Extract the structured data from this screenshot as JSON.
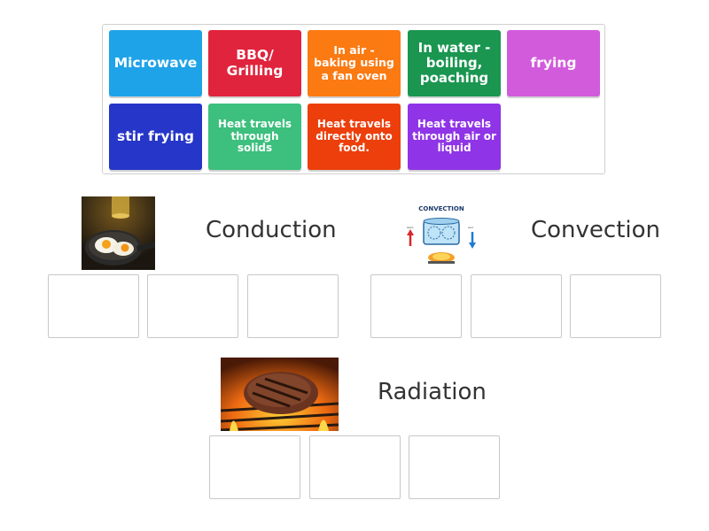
{
  "tiles": [
    {
      "label": "Microwave",
      "color": "#1fa3e8"
    },
    {
      "label": "BBQ/ Grilling",
      "color": "#e0243d"
    },
    {
      "label": "In air - baking using a fan oven",
      "color": "#fb7a12"
    },
    {
      "label": "In water - boiling, poaching",
      "color": "#1a9650"
    },
    {
      "label": "frying",
      "color": "#d25bdc"
    },
    {
      "label": "stir frying",
      "color": "#2536c8"
    },
    {
      "label": "Heat travels through solids",
      "color": "#3dbf7d"
    },
    {
      "label": "Heat travels directly onto food.",
      "color": "#ec3f0b"
    },
    {
      "label": "Heat travels through air or liquid",
      "color": "#8f34e6"
    }
  ],
  "groups": {
    "conduction": {
      "label": "Conduction",
      "image": "fried-egg-pan-photo"
    },
    "convection": {
      "label": "Convection",
      "image": "convection-diagram",
      "diagram_title": "CONVECTION"
    },
    "radiation": {
      "label": "Radiation",
      "image": "grilled-steak-photo"
    }
  }
}
